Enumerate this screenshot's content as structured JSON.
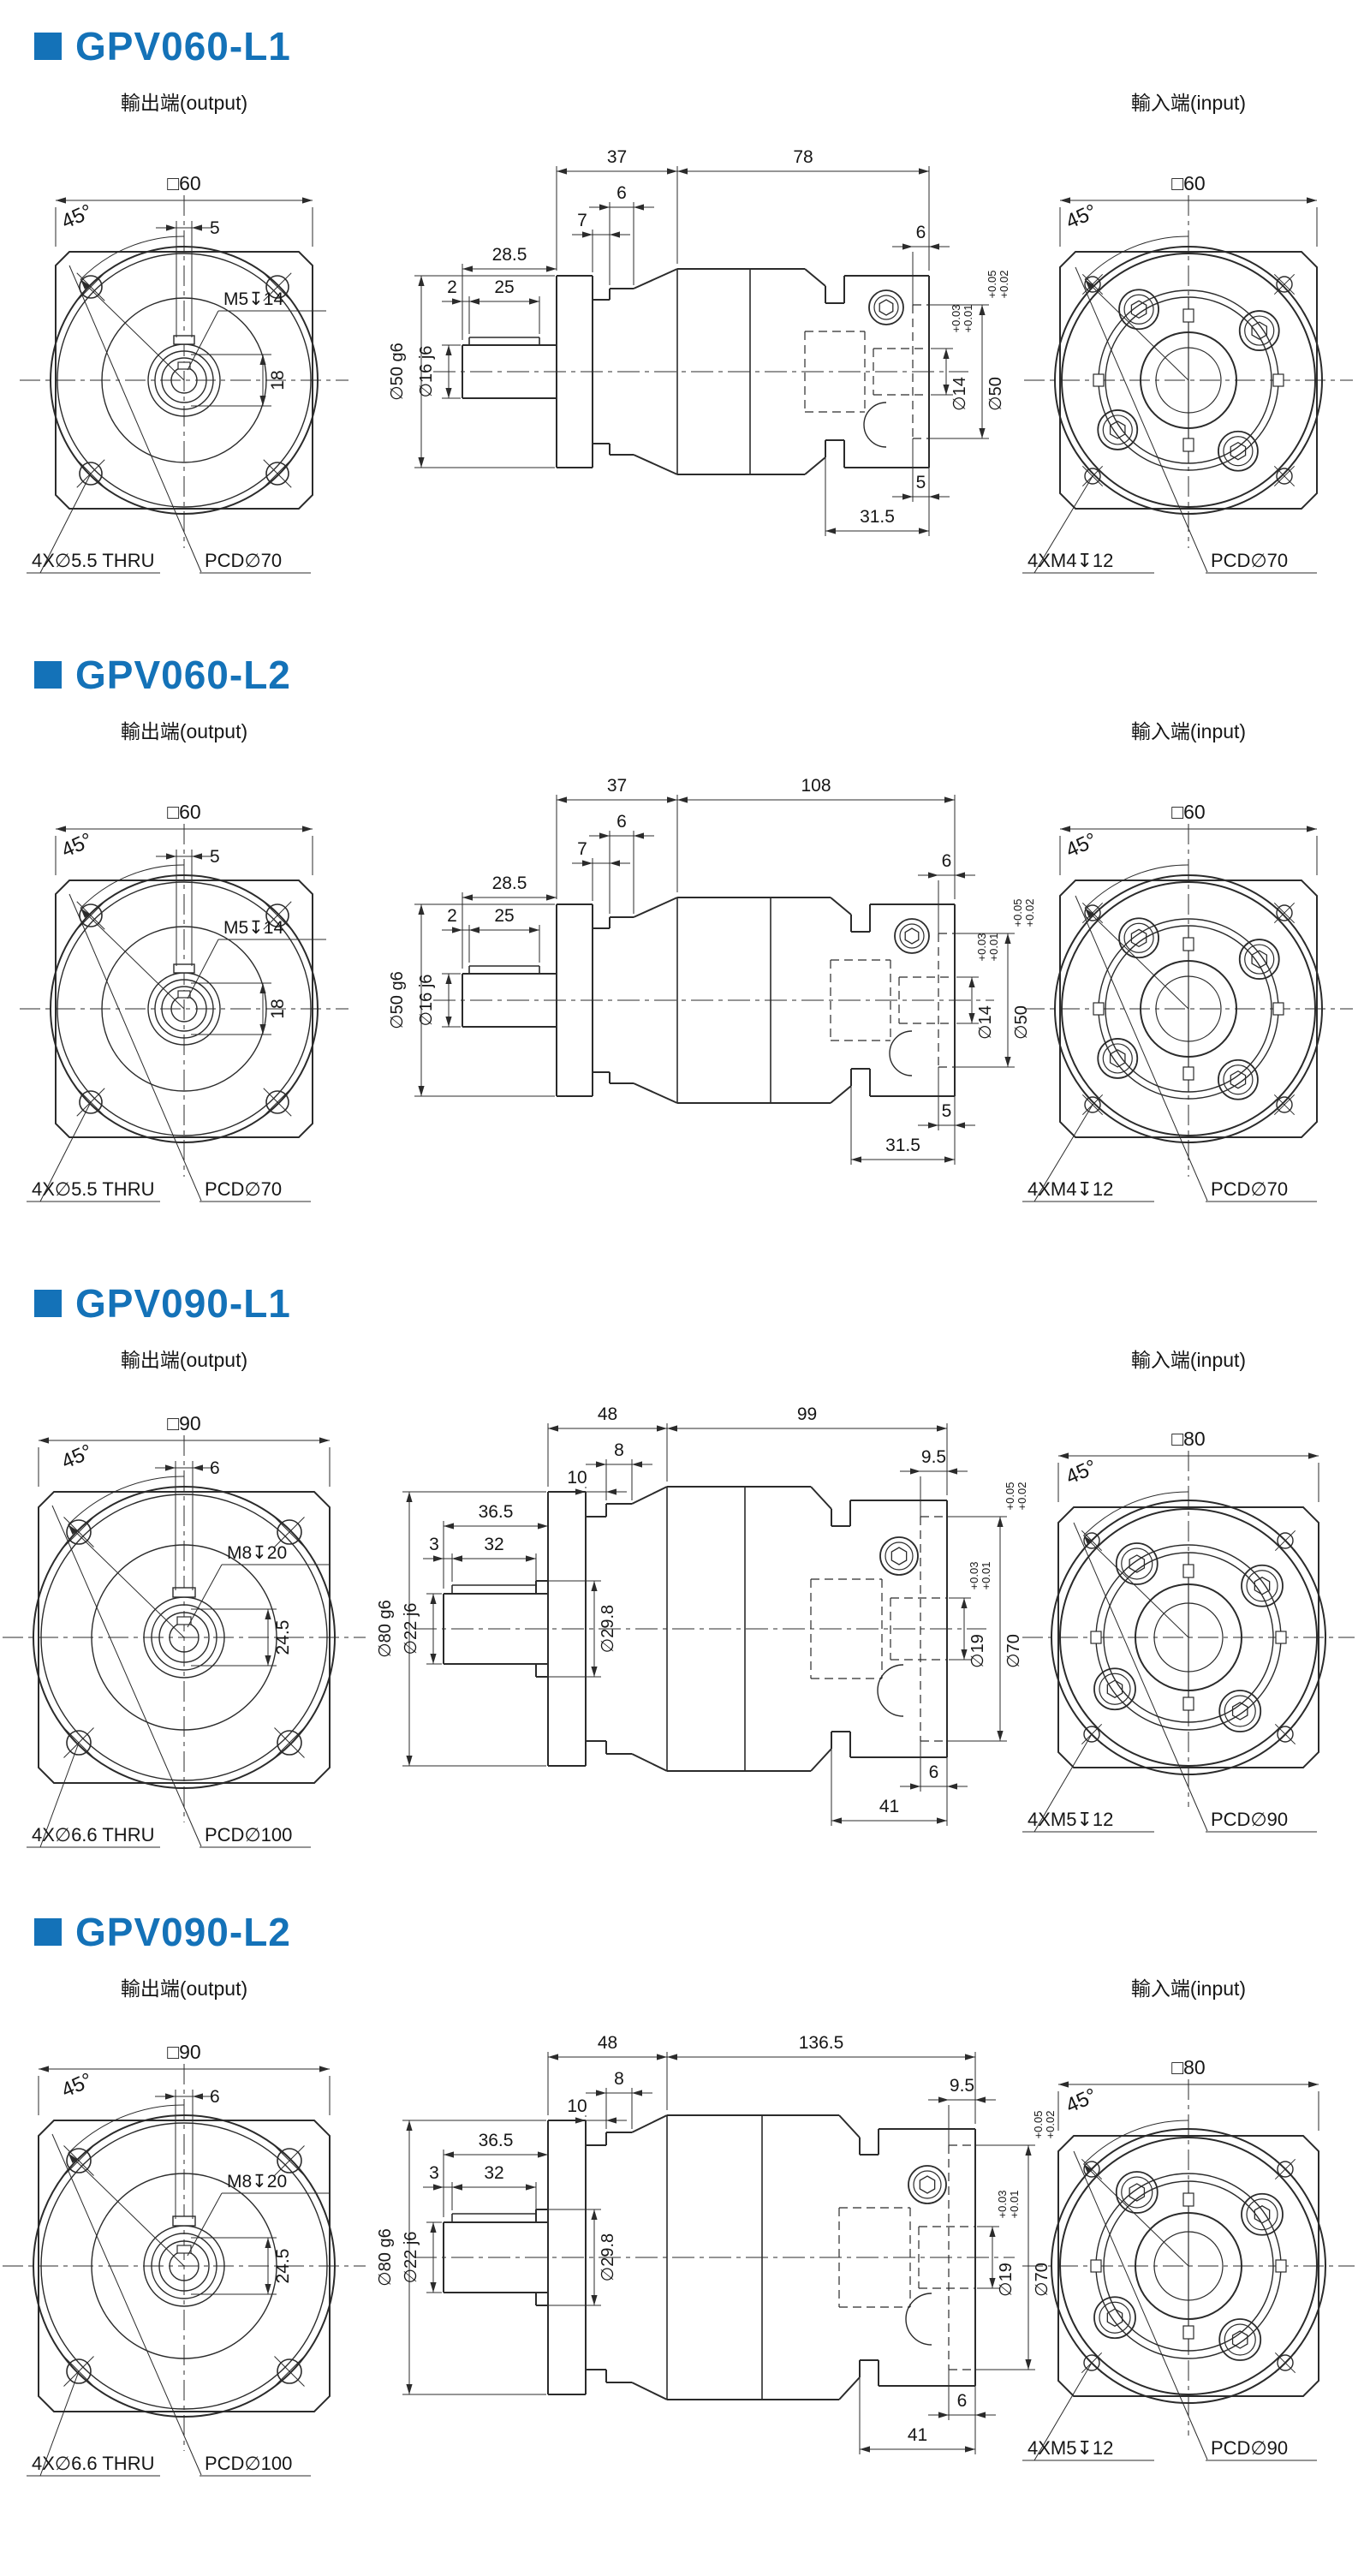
{
  "page": {
    "background": "#ffffff",
    "accent_blue": "#1472b8"
  },
  "sections": [
    {
      "title": "GPV060-L1",
      "output_view": {
        "label": "輸出端(output)",
        "square": "□60",
        "angle": "45°",
        "key_width": "5",
        "tap": "M5↧14",
        "center_dim": "18",
        "thru": "4X∅5.5 THRU",
        "pcd": "PCD∅70"
      },
      "section_view": {
        "front_len": "37",
        "body_len": "78",
        "ring_w": "6",
        "neck_w": "7",
        "shaft_len": "28.5",
        "key_gap": "2",
        "key_len": "25",
        "dia_flange": "∅50 g6",
        "dia_shaft": "∅16 j6",
        "bore_dia": "∅14",
        "bore_tol": [
          "+0.03",
          "+0.01"
        ],
        "spigot_dia": "∅50",
        "spigot_tol": [
          "+0.05",
          "+0.02"
        ],
        "spigot_depth": "6",
        "recess_depth": "5",
        "flange_len": "31.5"
      },
      "input_view": {
        "label": "輸入端(input)",
        "square": "□60",
        "angle": "45°",
        "tap": "4XM4↧12",
        "pcd": "PCD∅70"
      }
    },
    {
      "title": "GPV060-L2",
      "output_view": {
        "label": "輸出端(output)",
        "square": "□60",
        "angle": "45°",
        "key_width": "5",
        "tap": "M5↧14",
        "center_dim": "18",
        "thru": "4X∅5.5 THRU",
        "pcd": "PCD∅70"
      },
      "section_view": {
        "front_len": "37",
        "body_len": "108",
        "ring_w": "6",
        "neck_w": "7",
        "shaft_len": "28.5",
        "key_gap": "2",
        "key_len": "25",
        "dia_flange": "∅50 g6",
        "dia_shaft": "∅16 j6",
        "bore_dia": "∅14",
        "bore_tol": [
          "+0.03",
          "+0.01"
        ],
        "spigot_dia": "∅50",
        "spigot_tol": [
          "+0.05",
          "+0.02"
        ],
        "spigot_depth": "6",
        "recess_depth": "5",
        "flange_len": "31.5"
      },
      "input_view": {
        "label": "輸入端(input)",
        "square": "□60",
        "angle": "45°",
        "tap": "4XM4↧12",
        "pcd": "PCD∅70"
      }
    },
    {
      "title": "GPV090-L1",
      "output_view": {
        "label": "輸出端(output)",
        "square": "□90",
        "angle": "45°",
        "key_width": "6",
        "tap": "M8↧20",
        "center_dim": "24.5",
        "thru": "4X∅6.6 THRU",
        "pcd": "PCD∅100"
      },
      "section_view": {
        "front_len": "48",
        "body_len": "99",
        "ring_w": "8",
        "neck_w": "10",
        "shaft_len": "36.5",
        "key_gap": "3",
        "key_len": "32",
        "dia_flange": "∅80 g6",
        "dia_shaft": "∅22 j6",
        "dia_boss": "∅29.8",
        "bore_dia": "∅19",
        "bore_tol": [
          "+0.03",
          "+0.01"
        ],
        "spigot_dia": "∅70",
        "spigot_tol": [
          "+0.05",
          "+0.02"
        ],
        "spigot_depth": "9.5",
        "recess_depth": "6",
        "flange_len": "41"
      },
      "input_view": {
        "label": "輸入端(input)",
        "square": "□80",
        "angle": "45°",
        "tap": "4XM5↧12",
        "pcd": "PCD∅90"
      }
    },
    {
      "title": "GPV090-L2",
      "output_view": {
        "label": "輸出端(output)",
        "square": "□90",
        "angle": "45°",
        "key_width": "6",
        "tap": "M8↧20",
        "center_dim": "24.5",
        "thru": "4X∅6.6 THRU",
        "pcd": "PCD∅100"
      },
      "section_view": {
        "front_len": "48",
        "body_len": "136.5",
        "ring_w": "8",
        "neck_w": "10",
        "shaft_len": "36.5",
        "key_gap": "3",
        "key_len": "32",
        "dia_flange": "∅80 g6",
        "dia_shaft": "∅22 j6",
        "dia_boss": "∅29.8",
        "bore_dia": "∅19",
        "bore_tol": [
          "+0.03",
          "+0.01"
        ],
        "spigot_dia": "∅70",
        "spigot_tol": [
          "+0.05",
          "+0.02"
        ],
        "spigot_depth": "9.5",
        "recess_depth": "6",
        "flange_len": "41"
      },
      "input_view": {
        "label": "輸入端(input)",
        "square": "□80",
        "angle": "45°",
        "tap": "4XM5↧12",
        "pcd": "PCD∅90"
      }
    }
  ]
}
